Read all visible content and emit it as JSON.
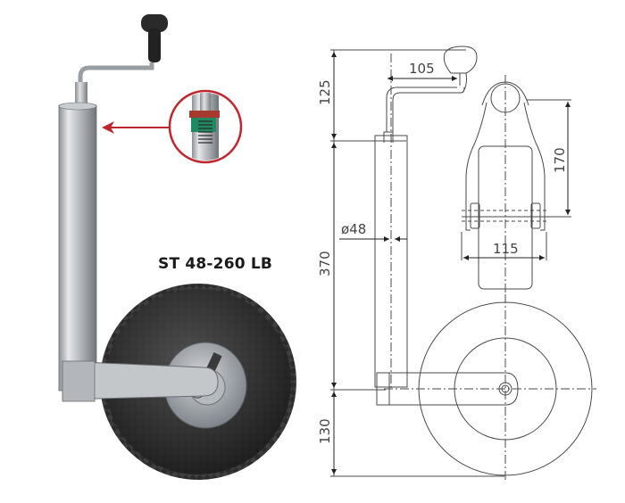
{
  "product": {
    "model_label": "ST 48-260 LB"
  },
  "dimensions": {
    "crank_offset": "105",
    "crank_height": "125",
    "tube_length": "370",
    "tube_diameter": "ø48",
    "wheel_axis_height": "130",
    "fork_height": "170",
    "fork_width": "115"
  },
  "colors": {
    "arrow": "#c0262d",
    "detail_circle": "#c0262d",
    "line": "#4a4a4a",
    "tube": "#b9bcbf",
    "tyre": "#2e2e2e",
    "rim": "#9ea3a8"
  }
}
